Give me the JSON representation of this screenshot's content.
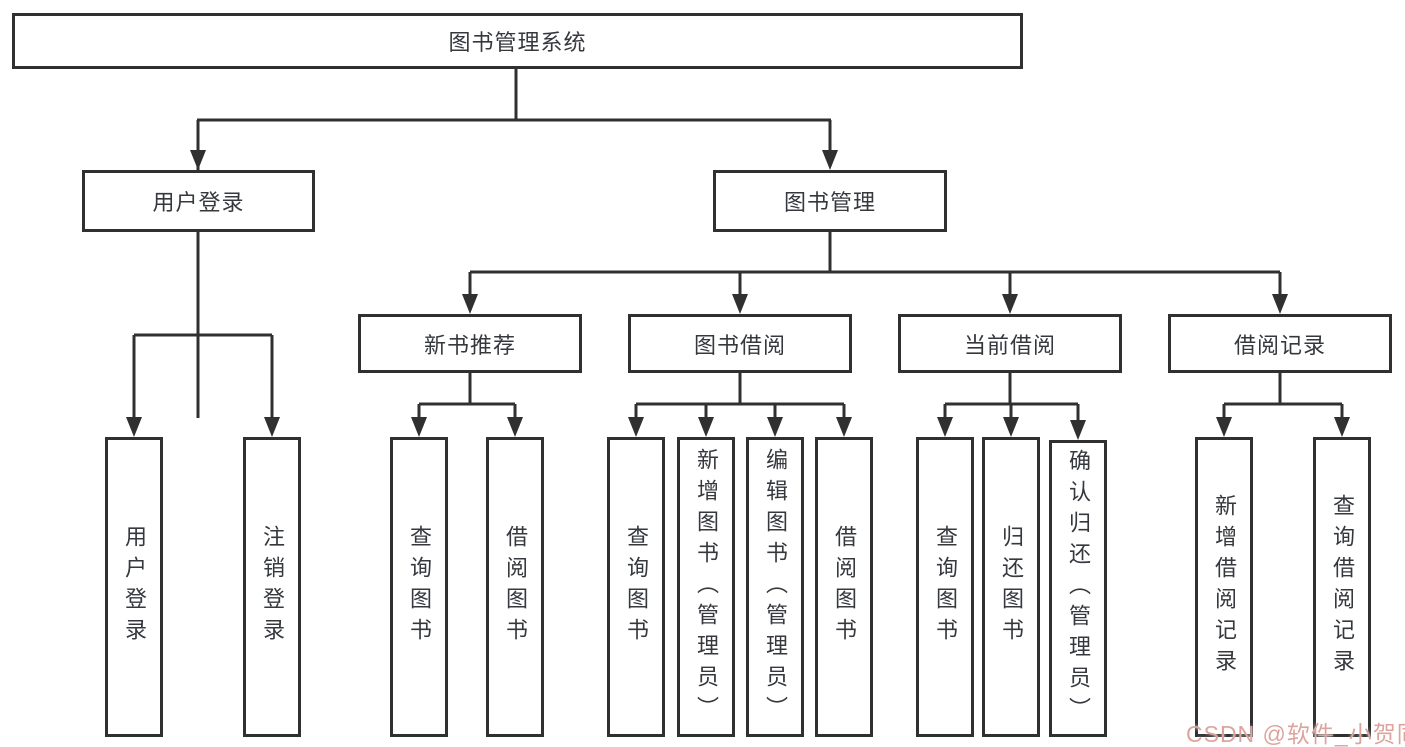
{
  "theme": {
    "line_color": "#303030",
    "text_color": "#35383d",
    "box_bg": "#ffffff",
    "page_bg": "#ffffff",
    "watermark_color": "#dda49e"
  },
  "tree": {
    "root": {
      "label": "图书管理系统"
    },
    "branches": [
      {
        "label": "用户登录",
        "leaves": [
          {
            "label": "用户登录"
          },
          {
            "label": "注销登录"
          }
        ]
      },
      {
        "label": "图书管理",
        "children": [
          {
            "label": "新书推荐",
            "leaves": [
              {
                "label": "查询图书"
              },
              {
                "label": "借阅图书"
              }
            ]
          },
          {
            "label": "图书借阅",
            "leaves": [
              {
                "label": "查询图书"
              },
              {
                "label": "新增图书（管理员）"
              },
              {
                "label": "编辑图书（管理员）"
              },
              {
                "label": "借阅图书"
              }
            ]
          },
          {
            "label": "当前借阅",
            "leaves": [
              {
                "label": "查询图书"
              },
              {
                "label": "归还图书"
              },
              {
                "label": "确认归还（管理员）"
              }
            ]
          },
          {
            "label": "借阅记录",
            "leaves": [
              {
                "label": "新增借阅记录"
              },
              {
                "label": "查询借阅记录"
              }
            ]
          }
        ]
      }
    ]
  },
  "watermark": {
    "text": "CSDN @软件_小贺同学"
  }
}
